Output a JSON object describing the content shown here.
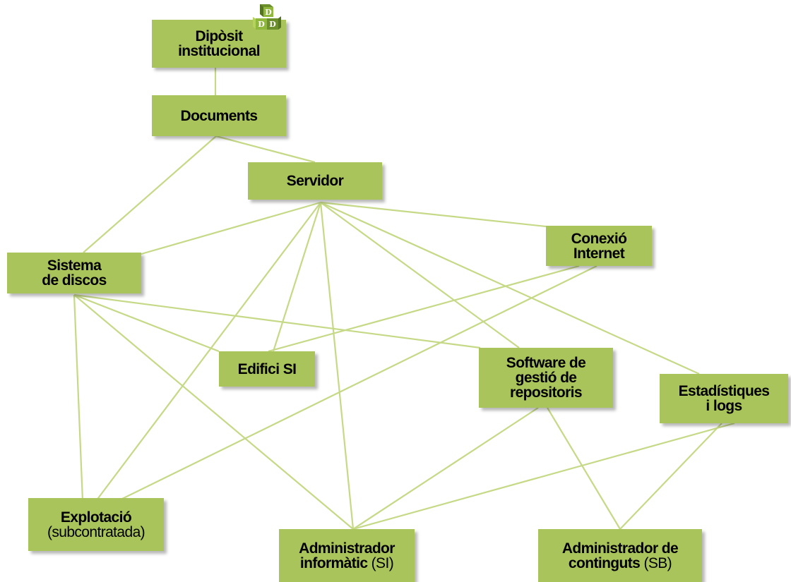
{
  "diagram": {
    "nodes": {
      "diposit": {
        "lines": [
          {
            "bold": "Dipòsit",
            "normal": ""
          },
          {
            "bold": "institucional",
            "normal": ""
          }
        ]
      },
      "documents": {
        "lines": [
          {
            "bold": "Documents",
            "normal": ""
          }
        ]
      },
      "servidor": {
        "lines": [
          {
            "bold": "Servidor",
            "normal": ""
          }
        ]
      },
      "conexio": {
        "lines": [
          {
            "bold": "Conexió",
            "normal": ""
          },
          {
            "bold": "Internet",
            "normal": ""
          }
        ]
      },
      "sistema": {
        "lines": [
          {
            "bold": "Sistema",
            "normal": ""
          },
          {
            "bold": "de discos",
            "normal": ""
          }
        ]
      },
      "edifici": {
        "lines": [
          {
            "bold": "Edifici SI",
            "normal": ""
          }
        ]
      },
      "software": {
        "lines": [
          {
            "bold": "Software de",
            "normal": ""
          },
          {
            "bold": "gestió de",
            "normal": ""
          },
          {
            "bold": "repositoris",
            "normal": ""
          }
        ]
      },
      "estadistiques": {
        "lines": [
          {
            "bold": "Estadístiques",
            "normal": ""
          },
          {
            "bold": "i logs",
            "normal": ""
          }
        ]
      },
      "explotacio": {
        "lines": [
          {
            "bold": "Explotació",
            "normal": ""
          },
          {
            "bold": "",
            "normal": "(subcontratada)"
          }
        ]
      },
      "admin_inf": {
        "lines": [
          {
            "bold": "Administrador",
            "normal": ""
          },
          {
            "bold": "informàtic ",
            "normal": "(SI)"
          }
        ]
      },
      "admin_cont": {
        "lines": [
          {
            "bold": "Administrador de",
            "normal": ""
          },
          {
            "bold": "continguts ",
            "normal": "(SB)"
          }
        ]
      }
    },
    "edges": [
      [
        "diposit",
        "documents"
      ],
      [
        "documents",
        "servidor"
      ],
      [
        "documents",
        "sistema"
      ],
      [
        "servidor",
        "sistema"
      ],
      [
        "servidor",
        "conexio"
      ],
      [
        "servidor",
        "edifici"
      ],
      [
        "servidor",
        "software"
      ],
      [
        "servidor",
        "estadistiques"
      ],
      [
        "servidor",
        "explotacio"
      ],
      [
        "servidor",
        "admin_inf"
      ],
      [
        "sistema",
        "edifici"
      ],
      [
        "sistema",
        "software"
      ],
      [
        "sistema",
        "explotacio"
      ],
      [
        "sistema",
        "admin_inf"
      ],
      [
        "conexio",
        "edifici"
      ],
      [
        "conexio",
        "explotacio"
      ],
      [
        "software",
        "admin_inf"
      ],
      [
        "software",
        "admin_cont"
      ],
      [
        "estadistiques",
        "admin_inf"
      ],
      [
        "estadistiques",
        "admin_cont"
      ]
    ],
    "colors": {
      "node_fill": "#a9c45a",
      "edge": "#c5d986",
      "text": "#000000"
    }
  },
  "logo": {
    "name": "dd-blocks-logo",
    "letters": [
      "D",
      "D",
      "D"
    ],
    "colors": [
      "#6b8f2a",
      "#8fb83c",
      "#b5d25c"
    ]
  }
}
